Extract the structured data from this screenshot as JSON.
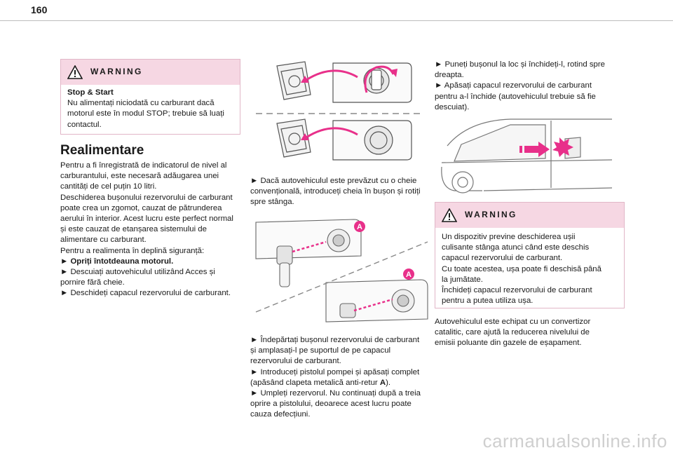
{
  "page": {
    "number": "160",
    "watermark": "carmanualsonline.info"
  },
  "warning_1": {
    "title": "WARNING",
    "subtitle": "Stop & Start",
    "lines": [
      "Nu alimentați niciodată cu carburant dacă",
      "motorul este în modul STOP; trebuie să luați",
      "contactul."
    ]
  },
  "section": {
    "heading": "Realimentare",
    "lines": [
      "Pentru a fi înregistrată de indicatorul de nivel al",
      "carburantului, este necesară adăugarea unei",
      "cantități de cel puțin 10 litri.",
      "Deschiderea bușonului rezervorului de carburant",
      "poate crea un zgomot, cauzat de pătrunderea",
      "aerului în interior. Acest lucru este perfect normal",
      "și este cauzat de etanșarea sistemului de",
      "alimentare cu carburant.",
      "Pentru a realimenta în deplină siguranță:"
    ],
    "step_bold": "►  Opriți întotdeauna motorul.",
    "steps": [
      "►  Descuiați autovehiculul utilizând Acces și",
      "pornire fără cheie.",
      "►  Deschideți capacul rezervorului de carburant."
    ]
  },
  "middle": {
    "key_text": [
      "►  Dacă autovehiculul este prevăzut cu o cheie",
      "convențională, introduceți cheia în bușon și rotiți",
      "spre stânga."
    ],
    "callout_label": "A",
    "refuel_text_1": [
      "►  Îndepărtați bușonul rezervorului de carburant",
      "și amplasați-l pe suportul de pe capacul",
      "rezervorului de carburant.",
      "►  Introduceți pistolul pompei și apăsați complet"
    ],
    "refuel_text_2a": "(apăsând clapeta metalică anti-retur ",
    "refuel_text_2b": "A",
    "refuel_text_2c": ").",
    "refuel_text_3": [
      "►  Umpleți rezervorul. Nu continuați după a treia",
      "oprire a pistolului, deoarece acest lucru poate",
      "cauza defecțiuni."
    ]
  },
  "right": {
    "close_text": [
      "►  Puneți bușonul la loc și închideți-l, rotind spre",
      "dreapta.",
      "►  Apăsați capacul rezervorului de carburant",
      "pentru a-l închide (autovehiculul trebuie să fie",
      "descuiat)."
    ],
    "warning_2": {
      "title": "WARNING",
      "lines": [
        "Un dispozitiv previne deschiderea ușii",
        "culisante stânga atunci când este deschis",
        "capacul rezervorului de carburant.",
        "Cu toate acestea, ușa poate fi deschisă până",
        "la jumătate.",
        "Închideți capacul rezervorului de carburant",
        "pentru a putea utiliza ușa."
      ]
    },
    "catalytic_text": [
      "Autovehiculul este echipat cu un convertizor",
      "catalitic, care ajută la reducerea nivelului de",
      "emisii poluante din gazele de eșapament."
    ]
  },
  "colors": {
    "accent_magenta": "#e8308a",
    "warning_bg": "#f6d7e3"
  },
  "icons": [
    "warning-triangle-icon"
  ]
}
